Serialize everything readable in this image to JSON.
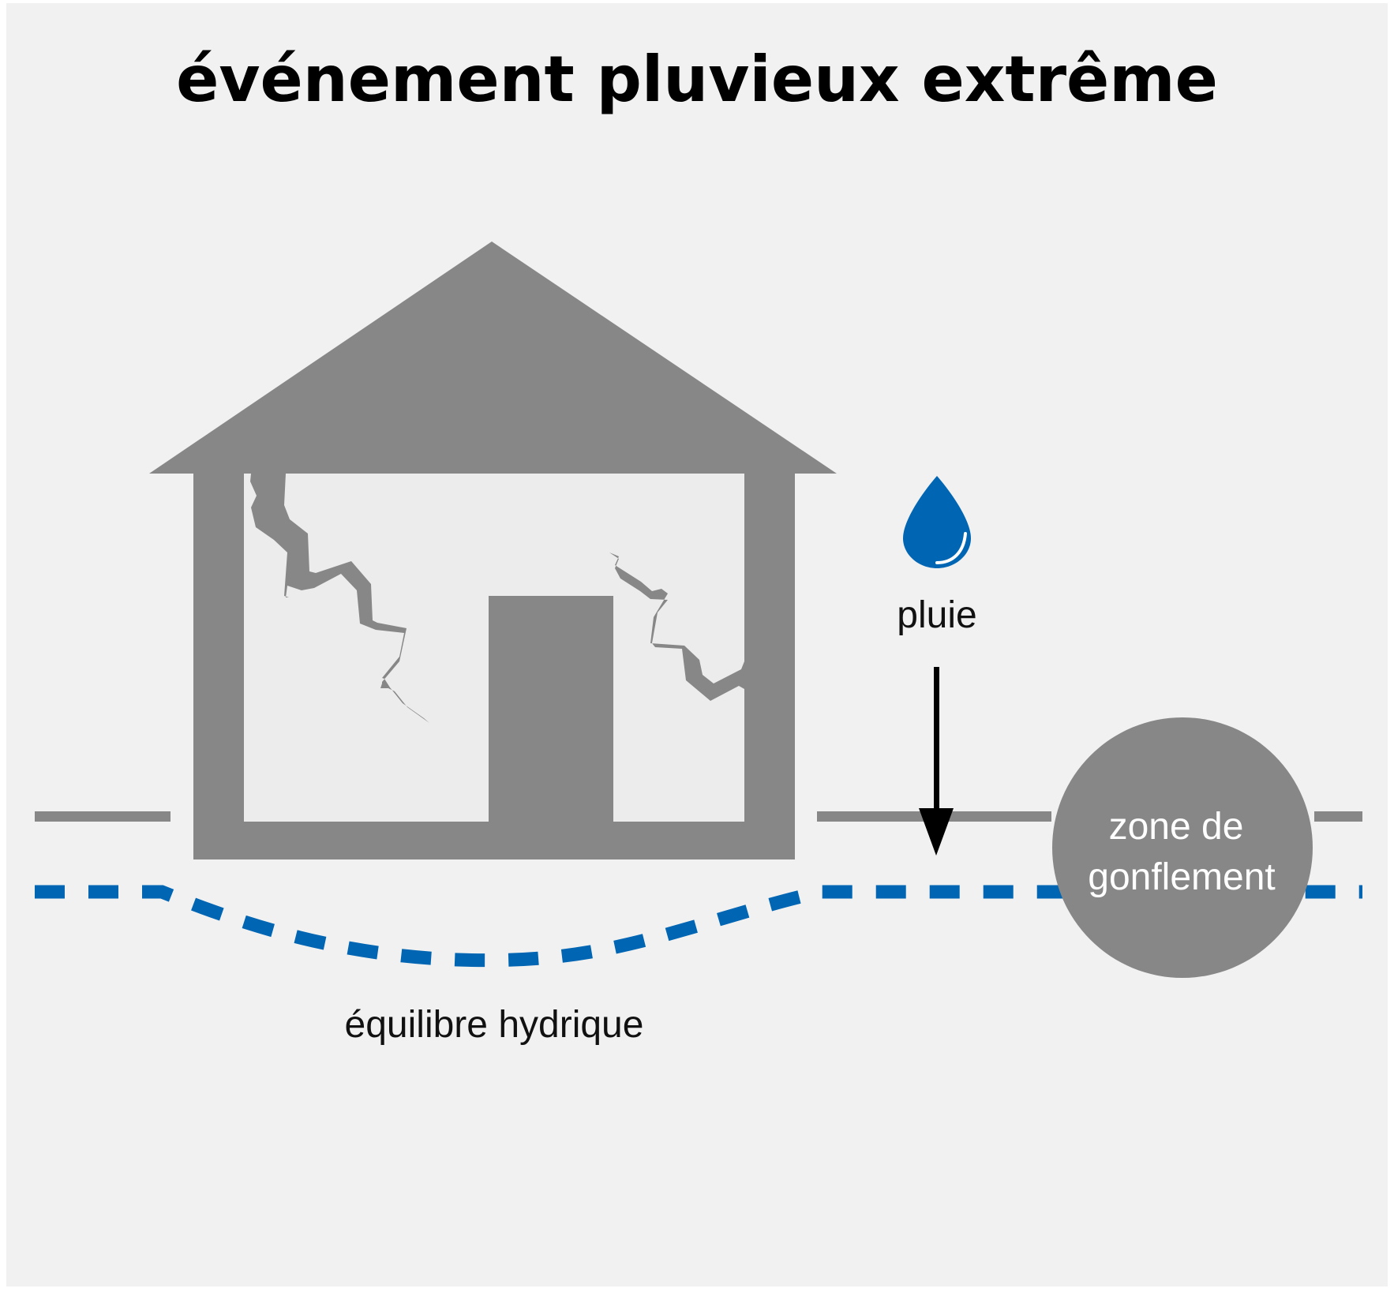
{
  "title": "événement pluvieux extrême",
  "labels": {
    "rain": "pluie",
    "water_balance": "équilibre hydrique",
    "swell_zone_line1": "zone de",
    "swell_zone_line2": "gonflement"
  },
  "colors": {
    "background": "#f1f1f1",
    "house": "#878787",
    "house_interior": "#ececec",
    "water": "#0066b3",
    "text": "#000000"
  },
  "icons": [
    "house-icon",
    "wall-crack-icon",
    "water-drop-icon",
    "down-arrow-icon"
  ]
}
